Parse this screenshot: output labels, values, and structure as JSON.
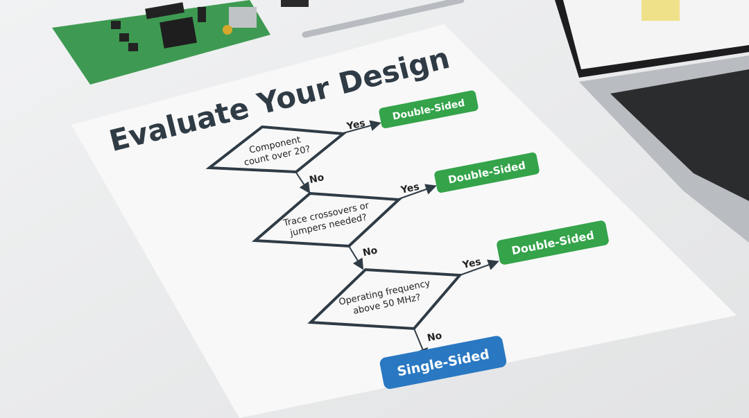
{
  "title": "Evaluate Your Design",
  "colors": {
    "paper": "#f7f7f7",
    "ink": "#2f3b45",
    "green": "#34a34a",
    "blue": "#2a78c2",
    "desk": "#e9eaeb"
  },
  "decisions": [
    {
      "question_line1": "Component",
      "question_line2": "count over 20?",
      "yes_label": "Yes",
      "no_label": "No",
      "yes_result": "Double-Sided"
    },
    {
      "question_line1": "Trace crossovers or",
      "question_line2": "jumpers needed?",
      "yes_label": "Yes",
      "no_label": "No",
      "yes_result": "Double-Sided"
    },
    {
      "question_line1": "Operating frequency",
      "question_line2": "above 50 MHz?",
      "yes_label": "Yes",
      "no_label": "No",
      "yes_result": "Double-Sided"
    }
  ],
  "final_result": "Single-Sided"
}
